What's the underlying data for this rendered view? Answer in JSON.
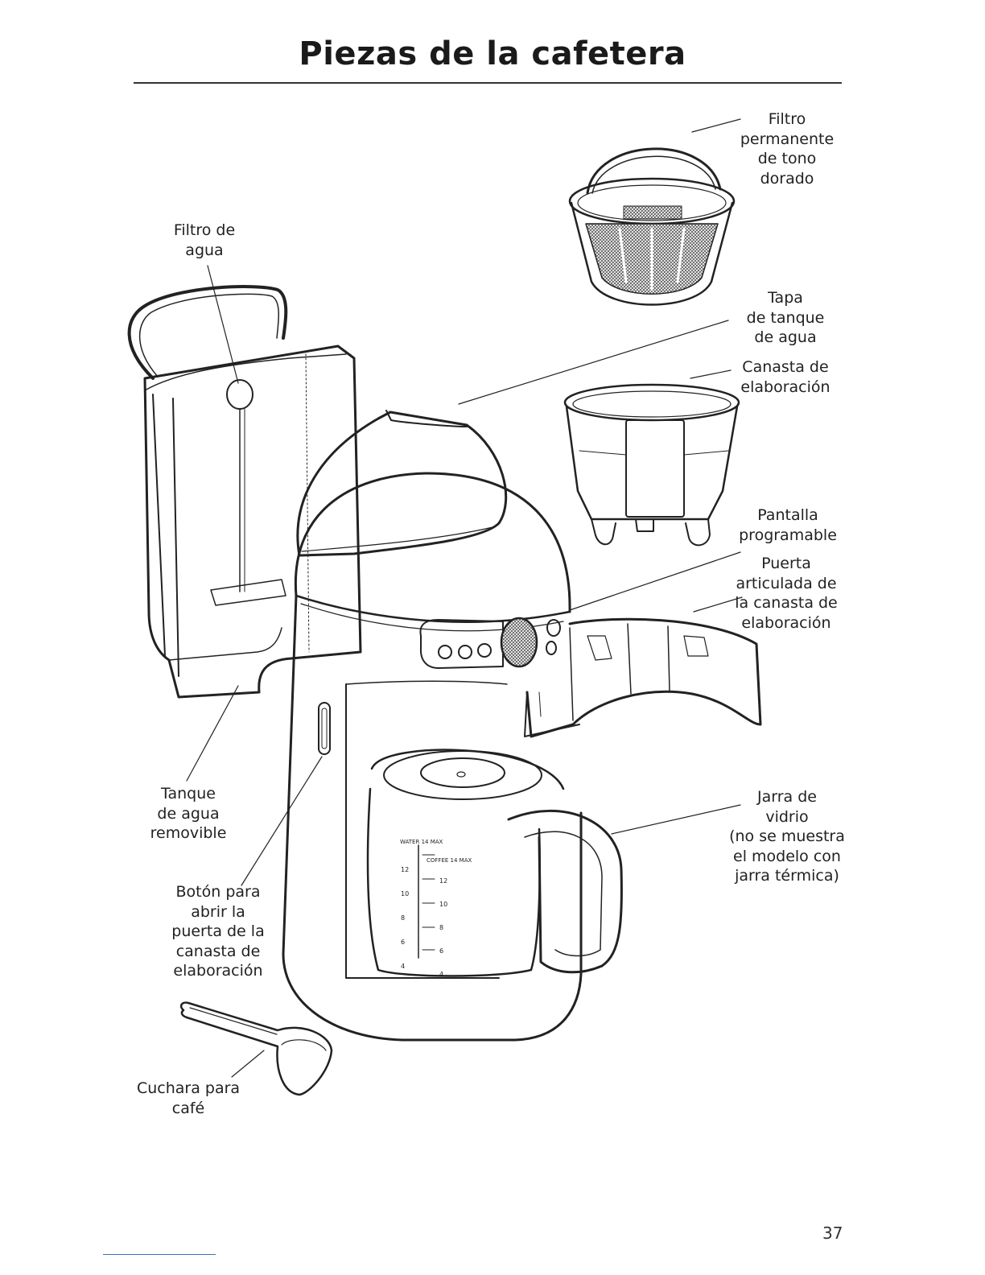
{
  "title": "Piezas de la cafetera",
  "page_number": "37",
  "labels": {
    "filtro_permanente": [
      "Filtro",
      "permanente",
      "de tono",
      "dorado"
    ],
    "filtro_agua": [
      "Filtro de",
      "agua"
    ],
    "tapa_tanque": [
      "Tapa",
      "de tanque",
      "de agua"
    ],
    "canasta": [
      "Canasta de",
      "elaboración"
    ],
    "pantalla": [
      "Pantalla",
      "programable"
    ],
    "puerta": [
      "Puerta",
      "articulada de",
      "la canasta de",
      "elaboración"
    ],
    "tanque": [
      "Tanque",
      "de agua",
      "removible"
    ],
    "jarra": [
      "Jarra de",
      "vidrio",
      "(no se muestra",
      "el modelo con",
      "jarra térmica)"
    ],
    "boton": [
      "Botón para",
      "abrir la",
      "puerta de la",
      "canasta de",
      "elaboración"
    ],
    "cuchara": [
      "Cuchara para",
      "café"
    ]
  },
  "carafe_marks": {
    "water_max": "WATER 14 MAX",
    "coffee_max": "COFFEE 14 MAX",
    "left_scale": [
      "12",
      "10",
      "8",
      "6",
      "4"
    ],
    "right_scale": [
      "12",
      "10",
      "8",
      "6",
      "4"
    ]
  }
}
